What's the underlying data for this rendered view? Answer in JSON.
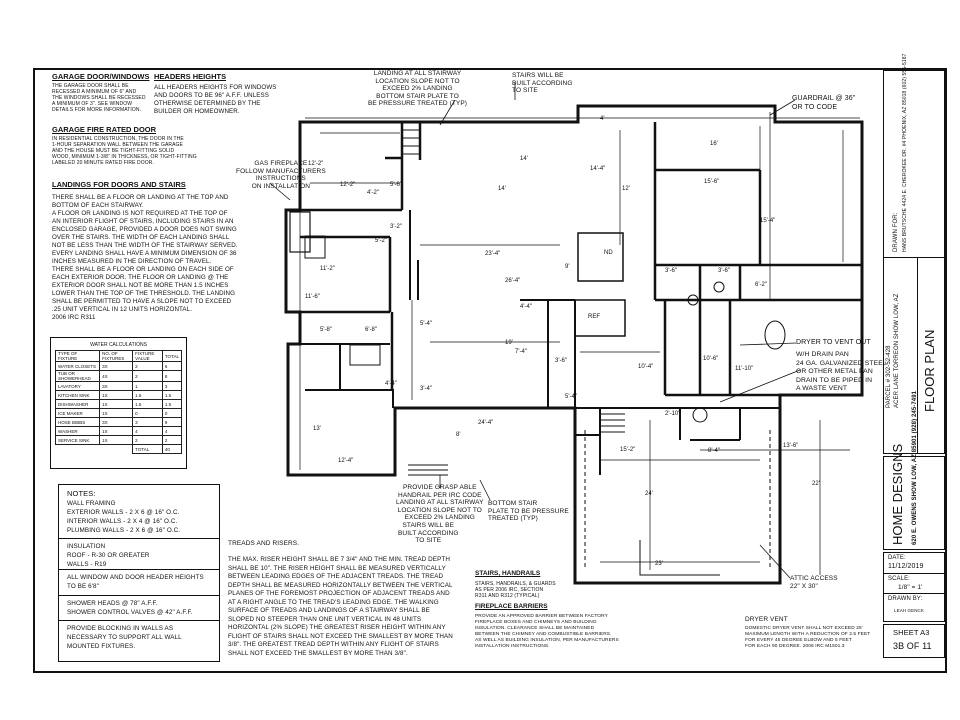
{
  "notes_left": {
    "garage_heading": "GARAGE DOOR/WINDOWS",
    "garage_text": "THE GARAGE DOOR SHALL BE\nRECESSED A MINIMUM OF 6\" AND\nTHE WINDOWS SHALL BE RECESSED\nA MINIMUM OF 3\". SEE WINDOW\nDETAILS FOR MORE INFORMATION.",
    "fire_door_heading": "GARAGE FIRE RATED DOOR",
    "fire_door_text": "IN RESIDENTIAL CONSTRUCTION, THE DOOR IN THE\n1-HOUR SEPARATION WALL BETWEEN THE GARAGE\nAND THE HOUSE MUST BE TIGHT-FITTING SOLID\nWOOD, MINIMUM 1-3/8\" IN THICKNESS, OR TIGHT-FITTING\nLABELED 20 MINUTE RATED FIRE DOOR.",
    "landings_heading": "LANDINGS FOR DOORS AND STAIRS",
    "landings_text": "THERE SHALL BE A FLOOR OR LANDING AT THE TOP AND\nBOTTOM OF EACH STAIRWAY.\nA FLOOR OR LANDING IS NOT REQUIRED AT THE TOP OF\nAN INTERIOR FLIGHT OF STAIRS, INCLUDING STAIRS IN AN\nENCLOSED GARAGE, PROVIDED A DOOR DOES NOT SWING\nOVER THE STAIRS. THE WIDTH OF EACH LANDING SHALL\nNOT BE LESS THAN THE WIDTH OF THE STAIRWAY SERVED.\nEVERY LANDING SHALL HAVE A MINIMUM DIMENSION OF 36\nINCHES MEASURED IN THE DIRECTION OF TRAVEL.\nTHERE SHALL BE A FLOOR OR LANDING ON EACH SIDE OF\nEACH EXTERIOR DOOR. THE FLOOR OR LANDING @ THE\nEXTERIOR DOOR SHALL NOT BE MORE THAN 1.5 INCHES\nLOWER THAN THE TOP OF THE THRESHOLD. THE LANDING\nSHALL BE PERMITTED TO HAVE A SLOPE NOT TO EXCEED\n.25 UNIT VERTICAL IN 12 UNITS HORIZONTAL.\n2006 IRC R311",
    "headers_heading": "HEADERS HEIGHTS",
    "headers_text": "ALL HEADERS HEIGHTS FOR WINDOWS\nAND DOORS TO BE 96\" A.F.F. UNLESS\nOTHERWISE DETERMINED BY THE\nBUILDER OR HOMEOWNER."
  },
  "water_calc": {
    "title": "WATER CALCULATIONS",
    "headers": [
      "TYPE OF FIXTURE",
      "NO. OF FIXTURES",
      "FIXTURE VALUE",
      "TOTAL"
    ],
    "rows": [
      [
        "WATER CLOSETS",
        "3x",
        "2",
        "6"
      ],
      [
        "TUB OR SHOWERHEAD",
        "4x",
        "2",
        "8"
      ],
      [
        "LAVATORY",
        "3x",
        "1",
        "3"
      ],
      [
        "KITCHEN SINK",
        "1x",
        "1.5",
        "1.5"
      ],
      [
        "DISHWASHER",
        "1x",
        "1.5",
        "1.5"
      ],
      [
        "ICE MAKER",
        "1x",
        "0",
        "0"
      ],
      [
        "HOSE BIBBS",
        "3x",
        "3",
        "9"
      ],
      [
        "WASHER",
        "1x",
        "4",
        "4"
      ],
      [
        "SERVICE SINK",
        "1x",
        "2",
        "2"
      ]
    ],
    "total_label": "TOTAL",
    "total_value": "40"
  },
  "notes_box": {
    "notes_title": "NOTES:",
    "framing": "WALL FRAMING\nEXTERIOR WALLS - 2 X 6 @ 16\" O.C.\nINTERIOR WALLS - 2 X 4 @ 16\" O.C.\nPLUMBING WALLS - 2 X 6 @ 16\" O.C.",
    "insulation": "INSULATION\nROOF - R-30 OR GREATER\nWALLS - R19",
    "window_heights": "ALL WINDOW AND DOOR HEADER HEIGHTS\nTO BE 6'8\"",
    "shower": "SHOWER HEADS @ 78\" A.F.F.\nSHOWER CONTROL VALVES @ 42\" A.F.F.",
    "blocking": "PROVIDE BLOCKING IN WALLS AS\nNECESSARY TO SUPPORT ALL WALL\nMOUNTED FIXTURES."
  },
  "bottom_notes": {
    "treads_heading": "TREADS AND RISERS.",
    "treads_text": "THE MAX. RISER HEIGHT SHALL BE 7 3/4\" AND THE MIN. TREAD DEPTH\nSHALL BE 10\". THE RISER HEIGHT SHALL BE MEASURED VERTICALLY\nBETWEEN LEADING EDGES OF THE ADJACENT TREADS. THE TREAD\nDEPTH SHALL BE MEASURED HORIZONTALLY BETWEEN THE VERTICAL\nPLANES OF THE FOREMOST PROJECTION OF ADJACENT TREADS AND\nAT A RIGHT ANGLE TO THE TREAD'S LEADING EDGE. THE WALKING\nSURFACE OF TREADS AND LANDINGS OF A STAIRWAY SHALL BE\nSLOPED NO STEEPER THAN ONE UNIT VERTICAL IN 48 UNITS\nHORIZONTAL (2% SLOPE) THE GREATEST RISER HEIGHT WITHIN ANY\nFLIGHT OF STAIRS SHALL NOT EXCEED THE SMALLEST BY MORE THAN\n3/8\". THE GREATEST TREAD DEPTH WITHIN ANY FLIGHT OF STAIRS\nSHALL NOT EXCEED THE SMALLEST BY MORE THAN 3/8\".",
    "stairs_heading": "STAIRS, HANDRAILS",
    "stairs_text": "STAIRS, HANDRAILS, & GUARDS\nAS PER 2006 IRC, SECTION\nR311 AND R312 (TYPICAL)",
    "fireplace_heading": "FIREPLACE BARRIERS",
    "fireplace_text": "PROVIDE AN APPROVED BARRIER BETWEEN FACTORY\nFIREPLACE BOXES AND CHIMNEYS AND BUILDING\nINSULATION. CLEARANCE SHALL BE MAINTAINED\nBETWEEN THE CHIMNEY AND COMBUSTIBLE BARRIERS.\nAS WELL AS BUILDING INSULATION, PER MANUFACTURERS\nINSTALLATION INSTRUCTIONS.",
    "dryer_heading": "DRYER VENT",
    "dryer_text": "DOMESTIC DRYER VENT SHALL NOT EXCEED 25'\nMAXIMUM LENGTH WITH A REDUCTION OF 2.5 FEET\nFOR EVERY 45 DEGREE ELBOW AND 5 FEET\nFOR EACH 90 DEGREE. 2006 IRC M1501.3"
  },
  "callouts": {
    "landing_top": "LANDING AT ALL STAIRWAY\nLOCATION SLOPE NOT TO\nEXCEED 2% LANDING\nBOTTOM STAIR PLATE TO\nBE PRESSURE TREATED (TYP)",
    "stairs_built": "STAIRS WILL BE\nBUILT ACCORDING\nTO SITE",
    "guardrail": "GUARDRAIL @ 36\"\nOR TO CODE",
    "gas_fireplace": "GAS FIREPLACE\nFOLLOW MANUFACTURERS\nINSTRUCTIONS\nON INSTALLATION",
    "dryer_to_vent": "DRYER TO VENT OUT",
    "drain_pan": "W/H DRAIN PAN\n24 GA. GALVANIZED STEEL\nOR OTHER METAL PAN\nDRAIN TO BE PIPED IN\nA WASTE VENT",
    "grasp_handrail": "PROVIDE GRASP ABLE\nHANDRAIL PER IRC CODE\nLANDING AT ALL STAIRWAY\nLOCATION SLOPE NOT TO\nEXCEED 2% LANDING",
    "stairs_built_2": "STAIRS WILL BE\nBUILT ACCORDING\nTO SITE",
    "bottom_stair": "BOTTOM STAIR\nPLATE TO BE PRESSURE\nTREATED (TYP)",
    "attic_access": "ATTIC ACCESS\n22\" X 30\""
  },
  "dimensions": [
    "4'",
    "16'",
    "14'",
    "12'-2\"",
    "12'-2\"",
    "4'-2\"",
    "5'-6\"",
    "14'-4\"",
    "15'-6\"",
    "15'-4\"",
    "12'",
    "5'",
    "14'",
    "2'-2\"",
    "3'-2\"",
    "5'-2\"",
    "3'",
    "11'-2\"",
    "11'-6\"",
    "23'-4\"",
    "9'",
    "26'-4\"",
    "19'",
    "5'-8\"",
    "6'-8\"",
    "5'-4\"",
    "4'-4\"",
    "3'-4\"",
    "3'-6\"",
    "3'-6\"",
    "6'-2\"",
    "10'-6\"",
    "11'-10\"",
    "10'-4\"",
    "4'-4\"",
    "7'-4\"",
    "3'-6\"",
    "2'-10\"",
    "24'-4\"",
    "8'",
    "15'-2\"",
    "8'-4\"",
    "13'-6\"",
    "13'",
    "12'-4\"",
    "24'",
    "22'",
    "23'",
    "5'-4\""
  ],
  "plan_labels": {
    "nd": "ND",
    "ref": "REF"
  },
  "title_block": {
    "drawn_for_label": "DRAWN FOR:",
    "client": "HANS BRUTSCHE\n4424 E. CHEROKEE DR. #4\nPHOENIX, AZ 85018\n(602) 555-5187",
    "parcel": "PARCEL # 302-52-428",
    "address": "ACER LANE TORREON\nSHOW LOW, AZ",
    "sheet_name": "FLOOR PLAN",
    "firm": "HOME DESIGNS",
    "firm_address": "620 E. OWENS\nSHOW LOW, AZ 85901\n(928) 245-7491",
    "date_label": "DATE:",
    "date_value": "11/12/2019",
    "scale_label": "SCALE:",
    "scale_value": "1/8\" = 1'",
    "drawn_by_label": "DRAWN BY:",
    "drawn_by_value": "LEAH GENCK",
    "sheet_label": "SHEET A3",
    "sheet_number": "3b of 11"
  }
}
